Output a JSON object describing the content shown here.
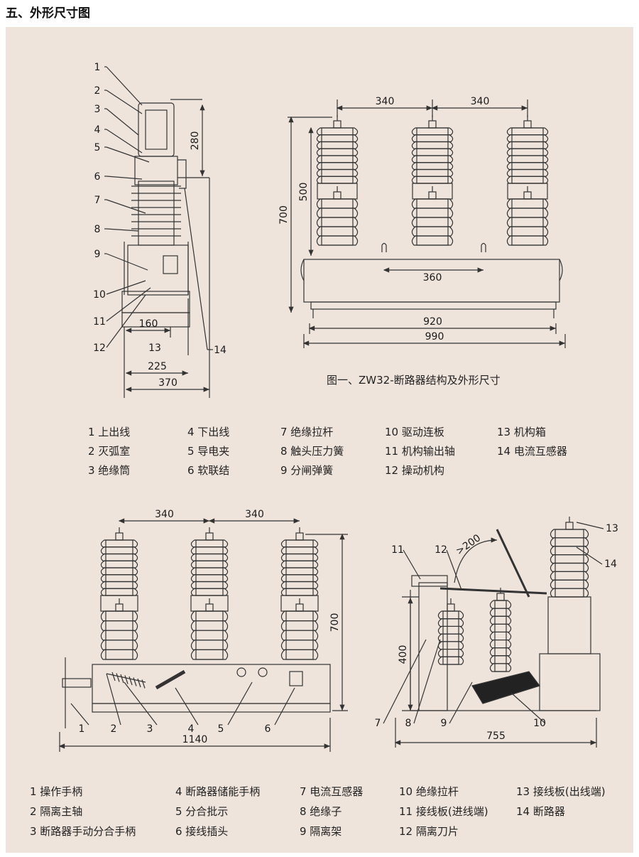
{
  "section_title": "五、外形尺寸图",
  "figure1": {
    "caption": "图一、ZW32-断路器结构及外形尺寸",
    "side_callouts": [
      "1",
      "2",
      "3",
      "4",
      "5",
      "6",
      "7",
      "8",
      "9",
      "10",
      "11",
      "12",
      "13",
      "14"
    ],
    "side_dims": {
      "h280": "280",
      "w160": "160",
      "w225": "225",
      "w370": "370"
    },
    "front_dims": {
      "w340a": "340",
      "w340b": "340",
      "h500": "500",
      "h700": "700",
      "w360": "360",
      "w920": "920",
      "w990": "990"
    },
    "legend": [
      [
        "1 上出线",
        "2 灭弧室",
        "3 绝缘筒"
      ],
      [
        "4 下出线",
        "5 导电夹",
        "6 软联结"
      ],
      [
        "7 绝缘拉杆",
        "8 触头压力簧",
        "9 分闸弹簧"
      ],
      [
        "10 驱动连板",
        "11 机构输出轴",
        "12 操动机构"
      ],
      [
        "13 机构箱",
        "14 电流互感器"
      ]
    ]
  },
  "figure2": {
    "front_dims": {
      "w340a": "340",
      "w340b": "340",
      "h700": "700",
      "w1140": "1140"
    },
    "front_callouts": [
      "1",
      "2",
      "3",
      "4",
      "5",
      "6"
    ],
    "side_dims": {
      "angle": ">200",
      "h400": "400",
      "w755": "755"
    },
    "side_callouts": [
      "7",
      "8",
      "9",
      "10",
      "11",
      "12",
      "13",
      "14"
    ],
    "legend": [
      [
        "1 操作手柄",
        "2 隔离主轴",
        "3 断路器手动分合手柄"
      ],
      [
        "4 断路器储能手柄",
        "5 分合批示",
        "6 接线插头"
      ],
      [
        "7 电流互感器",
        "8 绝缘子",
        "9 隔离架"
      ],
      [
        "10 绝缘拉杆",
        "11 接线板(进线端)",
        "12 隔离刀片"
      ],
      [
        "13 接线板(出线端)",
        "14 断路器"
      ]
    ]
  }
}
